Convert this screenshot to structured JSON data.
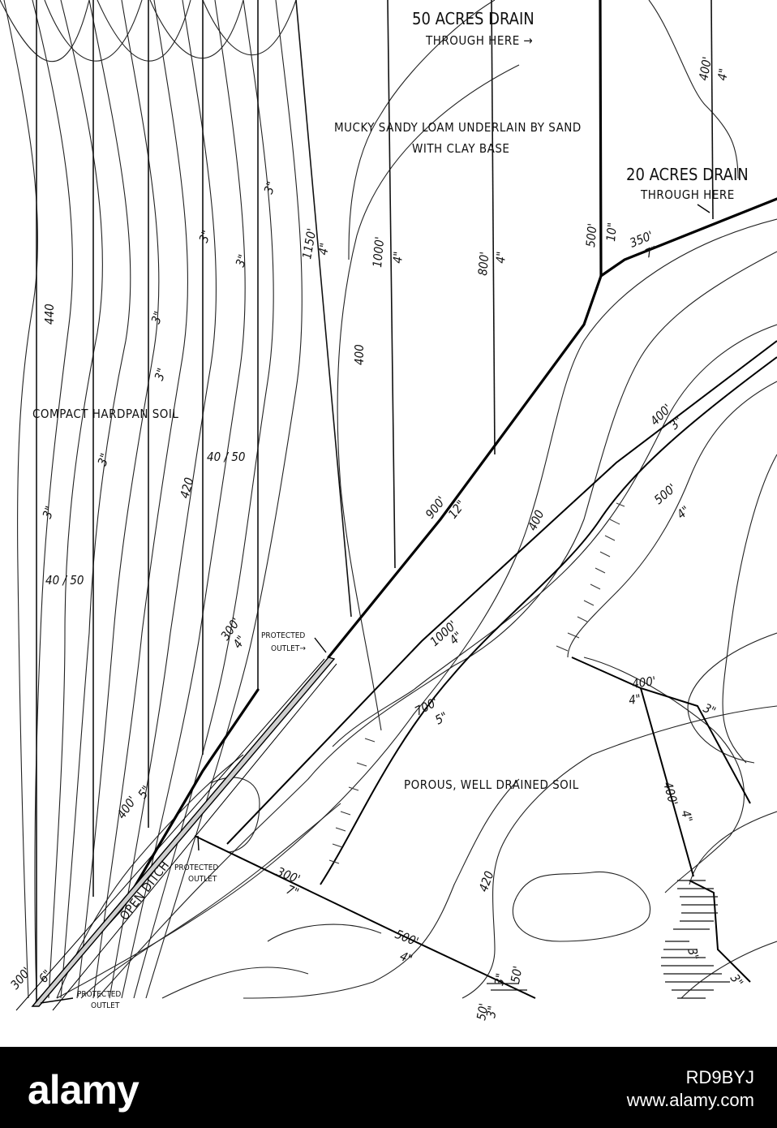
{
  "regions": {
    "hardpan": "COMPACT HARDPAN SOIL",
    "mucky_line1": "MUCKY SANDY LOAM UNDERLAIN BY SAND",
    "mucky_line2": "WITH CLAY BASE",
    "porous": "POROUS, WELL DRAINED SOIL"
  },
  "callouts": {
    "fifty_acres_line1": "50 ACRES DRAIN",
    "fifty_acres_line2": "THROUGH HERE →",
    "twenty_acres_line1": "20 ACRES DRAIN",
    "twenty_acres_line2": "THROUGH HERE"
  },
  "features": {
    "open_ditch": "OPEN DITCH",
    "protected_outlet_line1": "PROTECTED",
    "protected_outlet_line2_a": "OUTLET→",
    "protected_outlet_line2_b": "OUTLET"
  },
  "contours": {
    "c440": "440",
    "c420_left": "420",
    "c420_right": "420",
    "c400_upper": "400",
    "c400_mid": "400",
    "interval_left": "40 / 50",
    "interval_center": "40 / 50"
  },
  "drains": [
    {
      "length": "1150'",
      "size": "4\""
    },
    {
      "length": "1000'",
      "size": "4\""
    },
    {
      "length": "800'",
      "size": "4\""
    },
    {
      "length": "500'",
      "size": "10\""
    },
    {
      "length": "400'",
      "size": "4\""
    },
    {
      "length": "350'",
      "size": "7\""
    },
    {
      "length": "900'",
      "size": "12\""
    },
    {
      "length": "400'",
      "size": "3\""
    },
    {
      "length": "500'",
      "size": "4\""
    },
    {
      "length": "1000'",
      "size": "4\""
    },
    {
      "length": "700'",
      "size": "5\""
    },
    {
      "length": "400'",
      "size": "4\""
    },
    {
      "length": "400'",
      "size": "4\""
    },
    {
      "length": "300'",
      "size": "4\""
    },
    {
      "length": "400'",
      "size": "5\""
    },
    {
      "length": "300'",
      "size": "7\""
    },
    {
      "length": "500'",
      "size": "4\""
    },
    {
      "length": "300'",
      "size": "6\""
    }
  ],
  "lateral_sizes": [
    "3\"",
    "3\"",
    "3\"",
    "3\"",
    "3\"",
    "3\"",
    "3\""
  ],
  "swamp_marks": [
    "3\"",
    "3\"",
    "3\"",
    "50'",
    "3\"",
    "50'",
    "3\""
  ],
  "watermark": {
    "brand": "alamy",
    "image_id": "RD9BYJ",
    "site": "www.alamy.com"
  }
}
